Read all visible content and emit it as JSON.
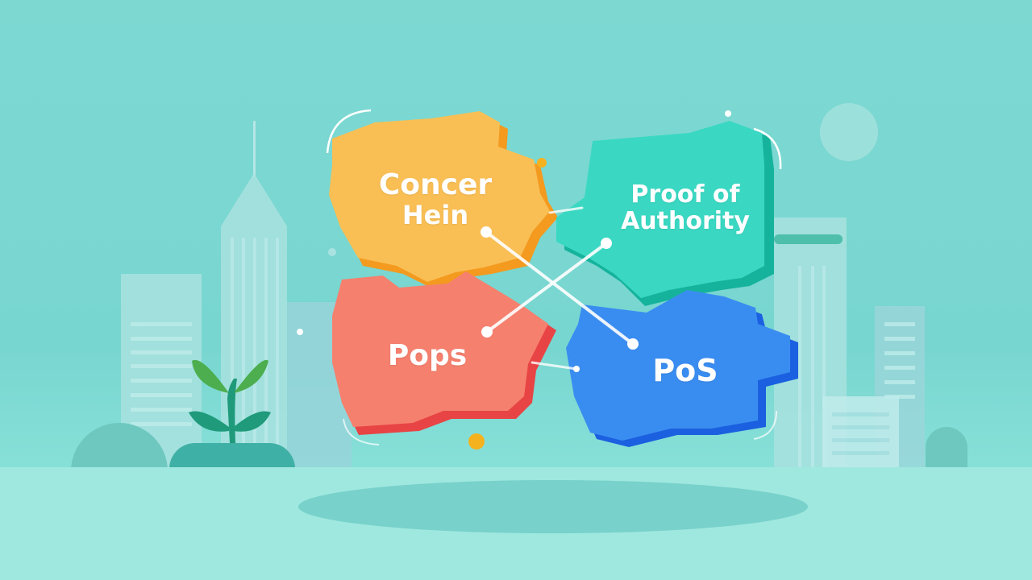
{
  "illustration": {
    "subject": "consensus-mechanisms-puzzle",
    "pieces": [
      {
        "label": "Concer Hein",
        "line1": "Concer",
        "line2": "Hein",
        "color": "#f9bf55",
        "edge": "#f39a1f"
      },
      {
        "label": "Proof of Authority",
        "line1": "Proof of",
        "line2": "Authority",
        "color": "#3ad8c2",
        "edge": "#16b39c"
      },
      {
        "label": "Pops",
        "line1": "Pops",
        "color": "#f5806e",
        "edge": "#e84445"
      },
      {
        "label": "PoS",
        "line1": "PoS",
        "color": "#3a8df0",
        "edge": "#1b60e0"
      }
    ],
    "colors": {
      "background": "#7dd8d2",
      "ground": "#9fe8df",
      "shadow": "#78d1cb",
      "building": "#a9e2e0",
      "leaf_light": "#4cae4f",
      "leaf_dark": "#1f9a7a",
      "accent_dot": "#f5b21f"
    }
  }
}
